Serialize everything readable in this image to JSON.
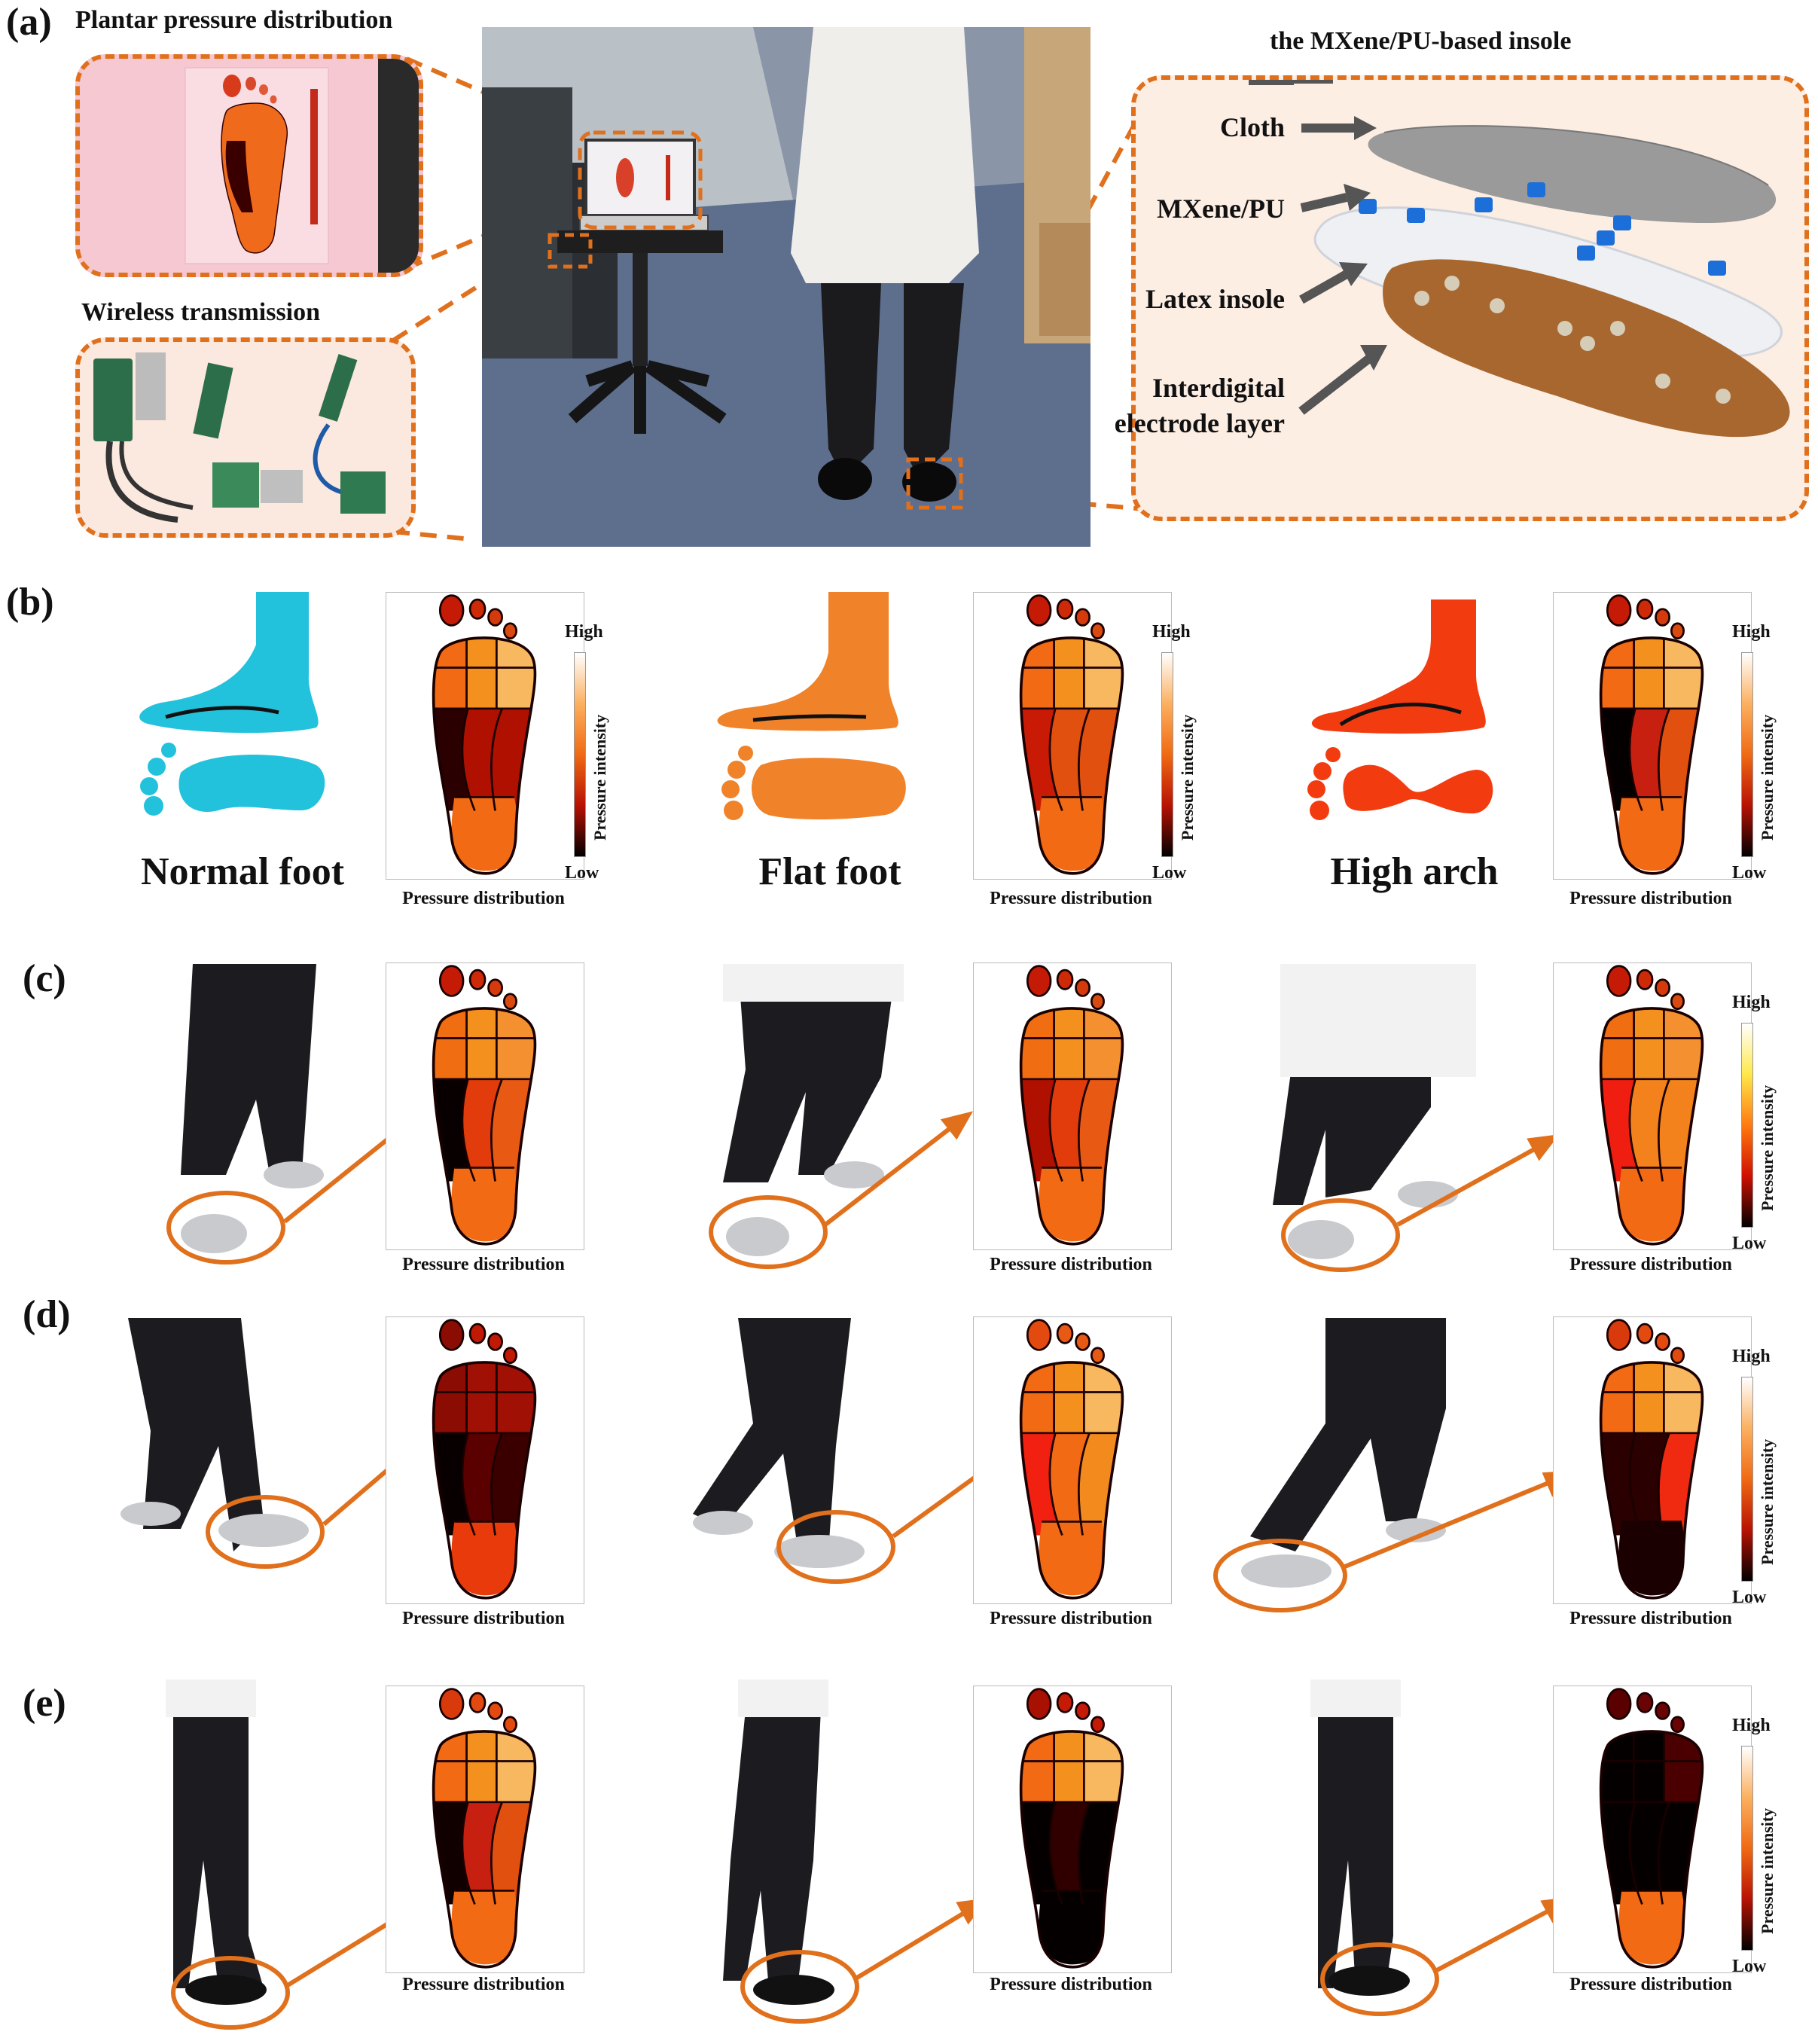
{
  "panel_a": {
    "letter": "(a)",
    "plantar_title": "Plantar pressure distribution",
    "wireless_title": "Wireless transmission",
    "insole_title": "the MXene/PU-based insole",
    "layers": [
      "Cloth",
      "MXene/PU",
      "Latex insole",
      "Interdigital electrode layer"
    ]
  },
  "panel_b": {
    "letter": "(b)",
    "foot_types": [
      "Normal foot",
      "Flat foot",
      "High arch"
    ],
    "foot_colors": [
      "#23c2dc",
      "#f0822a",
      "#f23c10"
    ]
  },
  "panel_c": {
    "letter": "(c)"
  },
  "panel_d": {
    "letter": "(d)"
  },
  "panel_e": {
    "letter": "(e)"
  },
  "common": {
    "pressure_caption": "Pressure distribution",
    "cb_high": "High",
    "cb_low": "Low",
    "cb_title": "Pressure intensity"
  },
  "colors": {
    "accent": "#e0701c"
  },
  "maps": {
    "b": [
      {
        "toes": [
          "#c51a05",
          "#cf2a08",
          "#d43a0c",
          "#d84a10"
        ],
        "fore": [
          "#f26a14",
          "#f4901e",
          "#f8b860"
        ],
        "mid": [
          "#2a0000",
          "#b01000",
          "#b01000"
        ],
        "heel": "#f26a14",
        "cb": "orange"
      },
      {
        "toes": [
          "#c51a05",
          "#cf2a08",
          "#d43a0c",
          "#d84a10"
        ],
        "fore": [
          "#f26a14",
          "#f4901e",
          "#f8b860"
        ],
        "mid": [
          "#c81a04",
          "#e25010",
          "#e25010"
        ],
        "heel": "#f26a14",
        "cb": "orange"
      },
      {
        "toes": [
          "#c51a05",
          "#cf2a08",
          "#d43a0c",
          "#d84a10"
        ],
        "fore": [
          "#f26a14",
          "#f4901e",
          "#f8b860"
        ],
        "mid": [
          "#050000",
          "#c82010",
          "#e25010"
        ],
        "heel": "#f26a14",
        "cb": "orange"
      }
    ],
    "c": [
      {
        "toes": [
          "#c51a05",
          "#cf2a08",
          "#d43a0c",
          "#d84a10"
        ],
        "fore": [
          "#f06d12",
          "#f4901e",
          "#f49030"
        ],
        "mid": [
          "#080000",
          "#e23c0c",
          "#e85a14"
        ],
        "heel": "#f26a14",
        "cb": "none"
      },
      {
        "toes": [
          "#c51a05",
          "#cf2a08",
          "#d43a0c",
          "#d84a10"
        ],
        "fore": [
          "#f06d12",
          "#f4901e",
          "#f49030"
        ],
        "mid": [
          "#b01000",
          "#e23c0c",
          "#e85a14"
        ],
        "heel": "#f26a14",
        "cb": "none"
      },
      {
        "toes": [
          "#c51a05",
          "#cf2a08",
          "#d43a0c",
          "#d84a10"
        ],
        "fore": [
          "#f06d12",
          "#f4901e",
          "#f49030"
        ],
        "mid": [
          "#f01e10",
          "#f4821c",
          "#f4821c"
        ],
        "heel": "#f26a14",
        "cb": "yellow"
      }
    ],
    "d": [
      {
        "toes": [
          "#8a0c02",
          "#c01a05",
          "#c01a05",
          "#c01a05"
        ],
        "fore": [
          "#8a0c02",
          "#a01004",
          "#a01004"
        ],
        "mid": [
          "#080000",
          "#5a0000",
          "#3a0000"
        ],
        "heel": "#e83a0a",
        "cb": "none"
      },
      {
        "toes": [
          "#e24a10",
          "#e85a14",
          "#e85a14",
          "#e85a14"
        ],
        "fore": [
          "#f26a14",
          "#f4901e",
          "#f8b860"
        ],
        "mid": [
          "#f22010",
          "#f26a14",
          "#f28a1e"
        ],
        "heel": "#f26a14",
        "cb": "none"
      },
      {
        "toes": [
          "#d83a0c",
          "#e24a10",
          "#e24a10",
          "#e24a10"
        ],
        "fore": [
          "#f26a14",
          "#f4901e",
          "#f8b860"
        ],
        "mid": [
          "#2a0000",
          "#2a0000",
          "#f02a10"
        ],
        "heel": "#1a0000",
        "cb": "orange"
      }
    ],
    "e": [
      {
        "toes": [
          "#d83a0c",
          "#e24a10",
          "#e24a10",
          "#e24a10"
        ],
        "fore": [
          "#f26a14",
          "#f4901e",
          "#f8b860"
        ],
        "mid": [
          "#100000",
          "#c82010",
          "#e25010"
        ],
        "heel": "#f26a14",
        "cb": "none"
      },
      {
        "toes": [
          "#a81002",
          "#c51a05",
          "#c51a05",
          "#c51a05"
        ],
        "fore": [
          "#f26a14",
          "#f4901e",
          "#f8b860"
        ],
        "mid": [
          "#050000",
          "#300000",
          "#050000"
        ],
        "heel": "#050000",
        "cb": "none"
      },
      {
        "toes": [
          "#5a0000",
          "#6a0404",
          "#6a0404",
          "#6a0404"
        ],
        "fore": [
          "#050000",
          "#050000",
          "#4a0000"
        ],
        "mid": [
          "#050000",
          "#050000",
          "#050000"
        ],
        "heel": "#f26a14",
        "cb": "orange"
      }
    ]
  }
}
